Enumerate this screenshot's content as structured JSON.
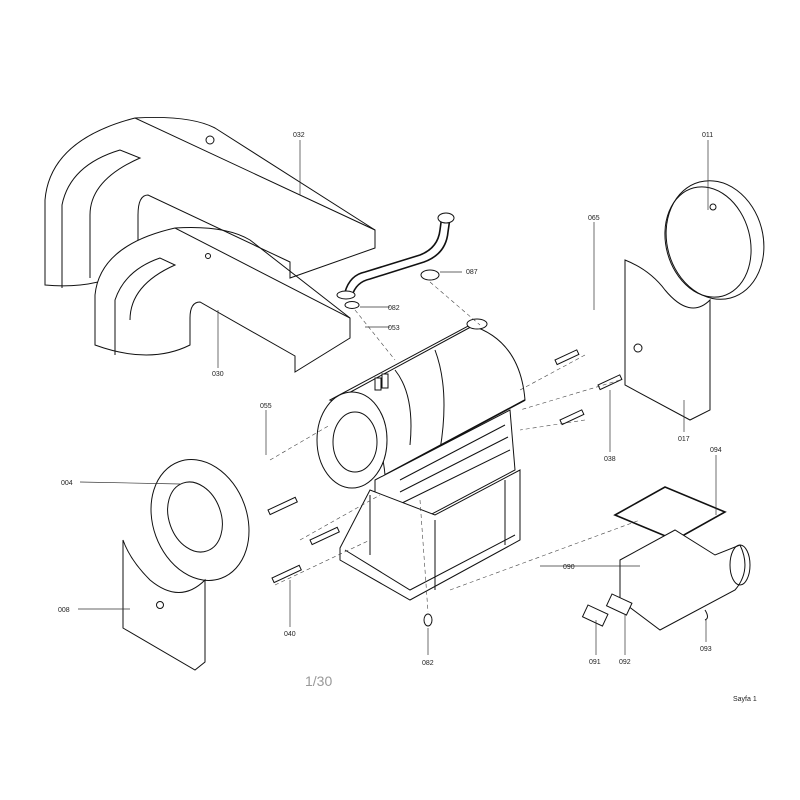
{
  "labels": {
    "p032": "032",
    "p011": "011",
    "p065": "065",
    "p087": "087",
    "p082a": "082",
    "p053": "053",
    "p030": "030",
    "p055": "055",
    "p017": "017",
    "p038": "038",
    "p094": "094",
    "p004": "004",
    "p090": "090",
    "p008": "008",
    "p040": "040",
    "p082b": "082",
    "p091": "091",
    "p092": "092",
    "p093": "093"
  },
  "footer": {
    "page_indicator": "1/30",
    "sheet": "Sayfa 1"
  }
}
